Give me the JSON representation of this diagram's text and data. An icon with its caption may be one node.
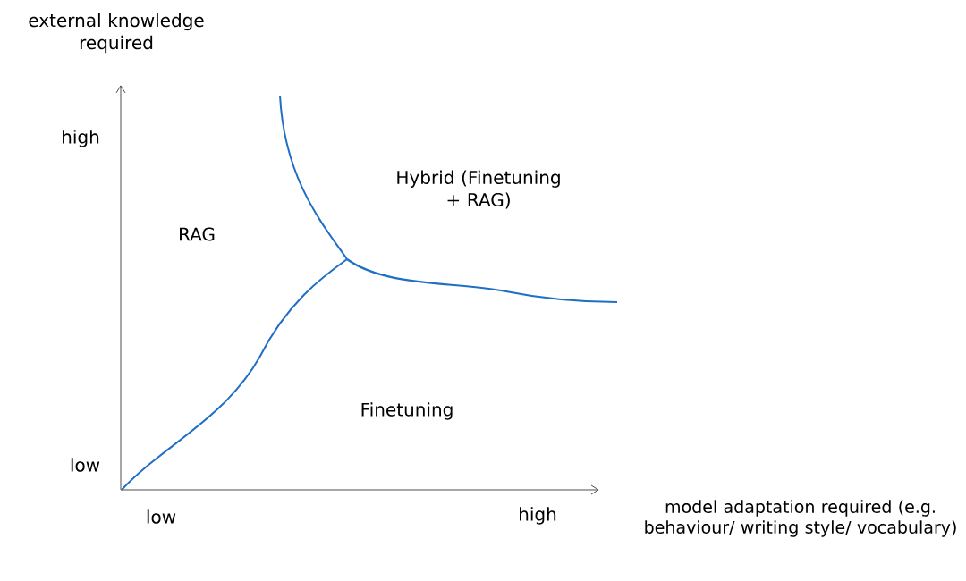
{
  "diagram": {
    "labels": [
      "external knowledge required",
      "high",
      "Hybrid (Finetuning + RAG)",
      "RAG",
      "Finetuning",
      "low",
      "model adaptation required (e.g. behaviour/ writing style/ vocabulary)",
      "low",
      "high"
    ]
  }
}
